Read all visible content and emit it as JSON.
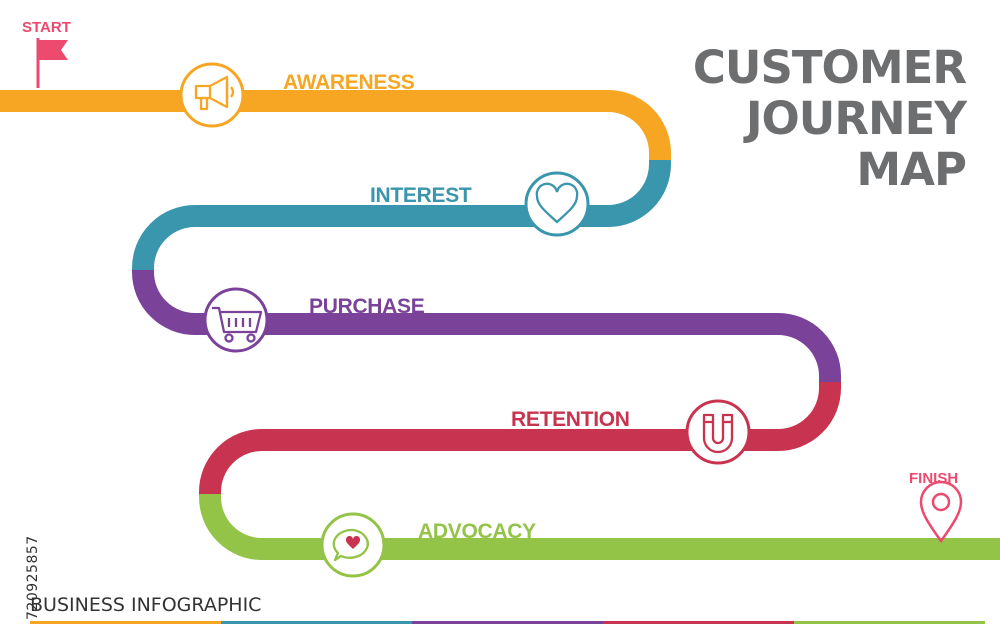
{
  "title": {
    "line1": "CUSTOMER",
    "line2": "JOURNEY",
    "line3": "MAP"
  },
  "start_label": "START",
  "finish_label": "FINISH",
  "stages": [
    {
      "label": "AWARENESS",
      "color": "#f6a623",
      "icon": "megaphone-icon"
    },
    {
      "label": "INTEREST",
      "color": "#3a96ad",
      "icon": "heart-icon"
    },
    {
      "label": "PURCHASE",
      "color": "#7a4299",
      "icon": "shopping-cart-icon"
    },
    {
      "label": "RETENTION",
      "color": "#c8344f",
      "icon": "magnet-icon"
    },
    {
      "label": "ADVOCACY",
      "color": "#93c347",
      "icon": "speech-bubble-heart-icon"
    }
  ],
  "accent_color": "#ec4a6f",
  "footer": {
    "text": "BUSINESS INFOGRAPHIC"
  },
  "watermark_id": "720925857"
}
